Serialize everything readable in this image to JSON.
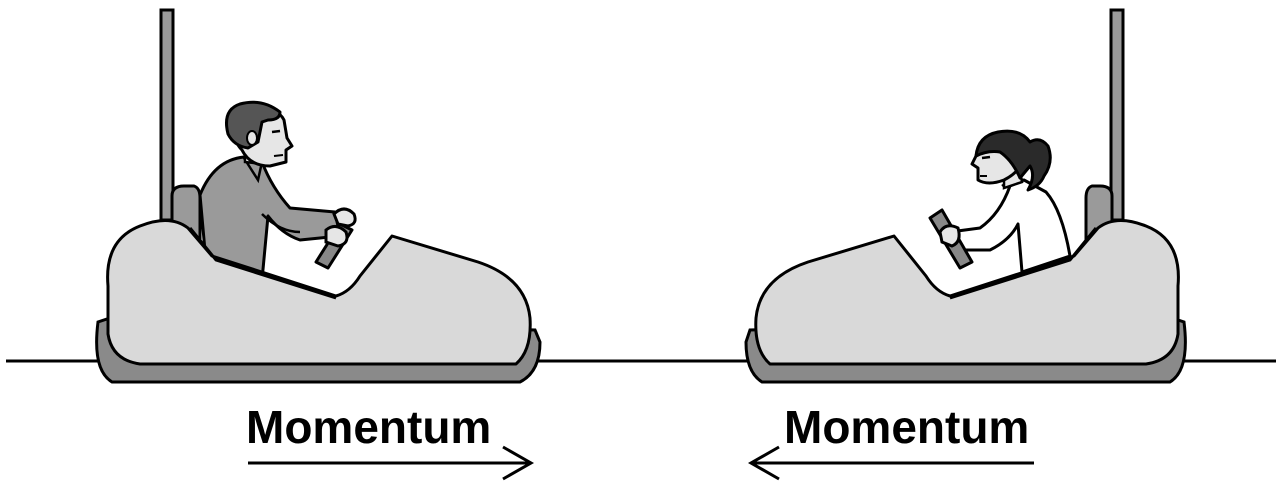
{
  "labels": {
    "left_momentum": "Momentum",
    "right_momentum": "Momentum"
  },
  "left_momentum_direction": "right",
  "right_momentum_direction": "left",
  "colors": {
    "car_body": "#d9d9d9",
    "car_base": "#8a8a8a",
    "man_shirt": "#9a9a9a",
    "man_hair": "#555555",
    "woman_hair": "#2a2a2a",
    "woman_shirt": "#ffffff",
    "skin": "#e6e6e6",
    "outline": "#000000"
  }
}
